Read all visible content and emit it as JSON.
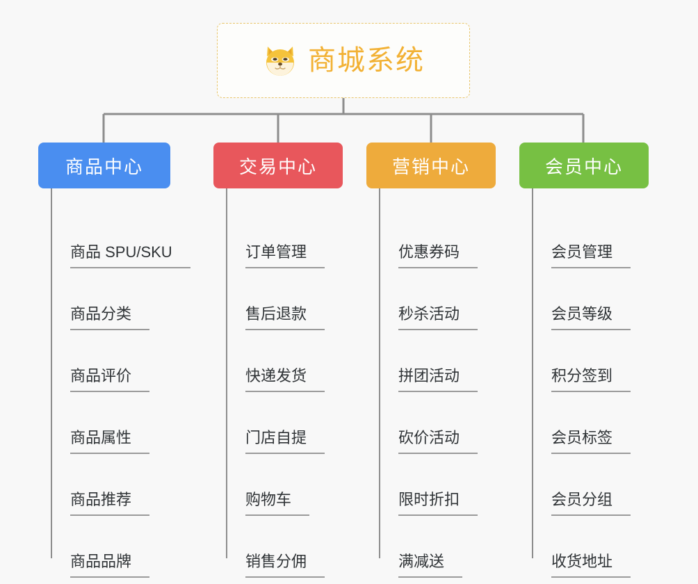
{
  "canvas": {
    "background": "#f8f8f8",
    "connector_color": "#8d8d8d"
  },
  "root": {
    "label": "商城系统",
    "icon": "shiba-dog-face-icon",
    "text_color": "#f2b134",
    "border_color": "#e8c56a",
    "background": "#fdfdfb"
  },
  "branches": [
    {
      "label": "商品中心",
      "color": "#4a8ef0",
      "items": [
        "商品 SPU/SKU",
        "商品分类",
        "商品评价",
        "商品属性",
        "商品推荐",
        "商品品牌"
      ]
    },
    {
      "label": "交易中心",
      "color": "#e8575c",
      "items": [
        "订单管理",
        "售后退款",
        "快递发货",
        "门店自提",
        "购物车",
        "销售分佣"
      ]
    },
    {
      "label": "营销中心",
      "color": "#eeab3c",
      "items": [
        "优惠券码",
        "秒杀活动",
        "拼团活动",
        "砍价活动",
        "限时折扣",
        "满减送"
      ]
    },
    {
      "label": "会员中心",
      "color": "#77c043",
      "items": [
        "会员管理",
        "会员等级",
        "积分签到",
        "会员标签",
        "会员分组",
        "收货地址"
      ]
    }
  ]
}
